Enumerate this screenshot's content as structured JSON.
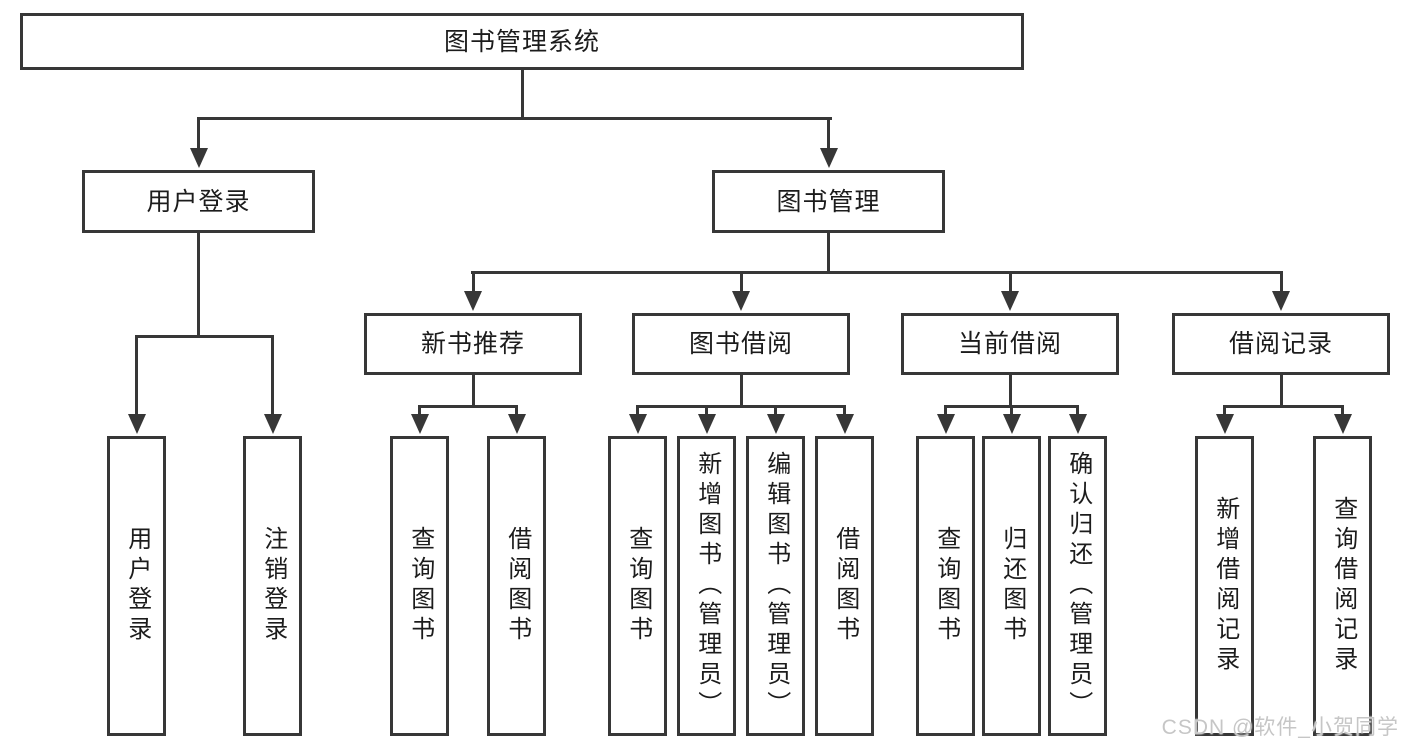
{
  "nodes": {
    "root": "图书管理系统",
    "user_login": "用户登录",
    "book_management": "图书管理",
    "user_login_children": [
      "用户登录",
      "注销登录"
    ],
    "modules": [
      "新书推荐",
      "图书借阅",
      "当前借阅",
      "借阅记录"
    ],
    "new_book_children": [
      "查询图书",
      "借阅图书"
    ],
    "book_borrow_children": [
      "查询图书",
      "新增图书（管理员）",
      "编辑图书（管理员）",
      "借阅图书"
    ],
    "current_borrow_children": [
      "查询图书",
      "归还图书",
      "确认归还（管理员）"
    ],
    "record_children": [
      "新增借阅记录",
      "查询借阅记录"
    ]
  },
  "watermark": "CSDN @软件_小贺同学",
  "colors": {
    "line": "#373737",
    "text": "#1c1c1c",
    "background": "#ffffff",
    "watermark": "#c6c6c6"
  }
}
